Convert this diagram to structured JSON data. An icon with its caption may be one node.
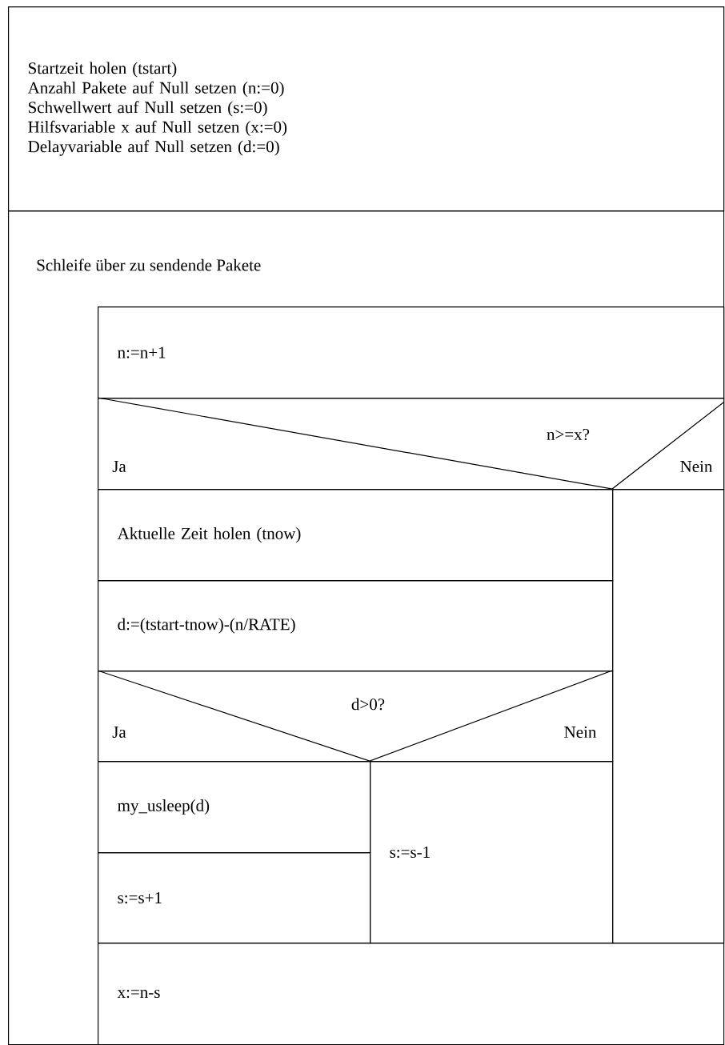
{
  "diagram": {
    "nodes": [
      {
        "text": [
          "Startzeit holen (tstart)",
          "Anzahl Pakete auf Null setzen (n:=0)",
          "Schwellwert auf Null setzen (s:=0)",
          "Hilfsvariable x auf Null setzen (x:=0)",
          "Delayvariable auf Null setzen (d:=0)"
        ]
      },
      {
        "text": [
          "Schleife über zu sendende Pakete"
        ]
      },
      {
        "text": [
          "n:=n+1"
        ],
        "in": 1
      },
      {
        "text": [
          "n>=x?",
          "Ja",
          "Nein"
        ],
        "in": 1
      },
      {
        "text": [
          "Aktuelle Zeit holen (tnow)"
        ],
        "in": 1
      },
      {
        "text": [
          "d:=(tstart-tnow)-(n/RATE)"
        ],
        "in": 1
      },
      {
        "text": [
          "d>0?",
          "Ja",
          "Nein"
        ],
        "in": 1
      },
      {
        "text": [
          "my_usleep(d)"
        ],
        "in": 1
      },
      {
        "text": [
          "s:=s+1"
        ],
        "in": 1
      },
      {
        "text": [
          "s:=s-1"
        ],
        "in": 1
      },
      {
        "text": [],
        "shape": "box",
        "in": 1
      },
      {
        "text": [
          "x:=n-s"
        ],
        "in": 1
      }
    ]
  }
}
